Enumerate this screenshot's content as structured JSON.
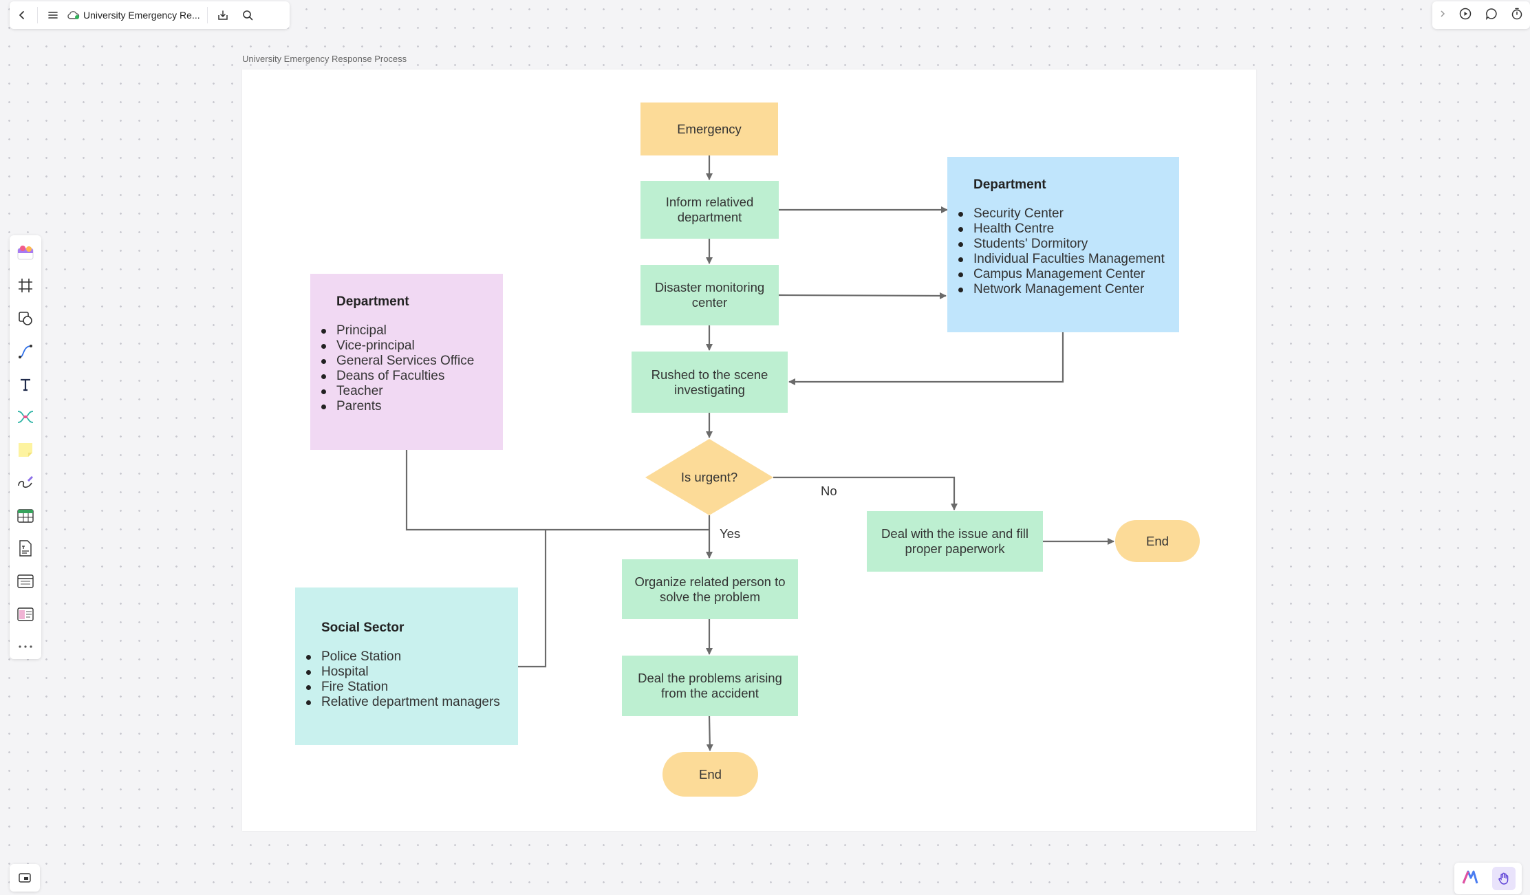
{
  "app": {
    "doc_title": "University Emergency Re..."
  },
  "frame": {
    "title": "University Emergency Response Process"
  },
  "nodes": {
    "emergency": "Emergency",
    "inform": "Inform relatived department",
    "monitoring": "Disaster monitoring center",
    "rushed": "Rushed to the scene investigating",
    "urgent": "Is urgent?",
    "organize": "Organize related person to solve the problem",
    "deal_problems": "Deal the problems arising from the accident",
    "end_main": "End",
    "deal_issue": "Deal with the issue and fill proper paperwork",
    "end_right": "End"
  },
  "edge_labels": {
    "no": "No",
    "yes": "Yes"
  },
  "cards": {
    "dept_right": {
      "title": "Department",
      "items": [
        "Security Center",
        "Health Centre",
        "Students' Dormitory",
        "Individual Faculties Management",
        "Campus Management Center",
        "Network Management Center"
      ]
    },
    "dept_left": {
      "title": "Department",
      "items": [
        "Principal",
        "Vice-principal",
        "General Services Office",
        "Deans of Faculties",
        "Teacher",
        "Parents"
      ]
    },
    "social": {
      "title": "Social Sector",
      "items": [
        "Police Station",
        "Hospital",
        "Fire Station",
        "Relative department managers"
      ]
    }
  },
  "colors": {
    "process": "#bdefd1",
    "terminal": "#fcdb98",
    "dept_right": "#c0e5fc",
    "dept_left": "#f1d9f3",
    "social": "#c9f1ee",
    "line": "#6a6a6a"
  }
}
